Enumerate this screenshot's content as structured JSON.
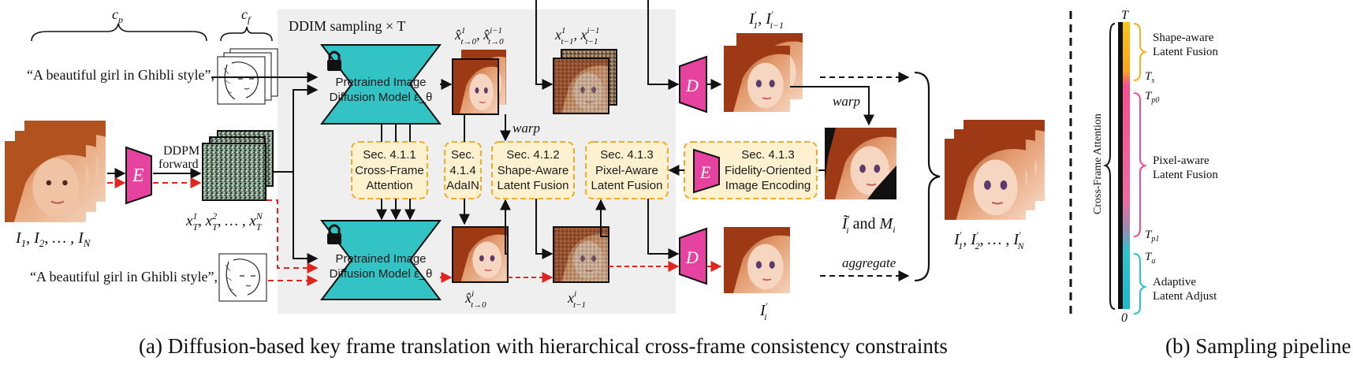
{
  "colors": {
    "teal": "#33c3c4",
    "pink": "#e6429f",
    "yellow_box": "#fdf1cf",
    "yellow_border": "#f0ad2b",
    "panel_bg": "#efefef",
    "red_dash": "#e0241f",
    "bar_yellow": "#f7b21b",
    "bar_pink": "#f24e8f",
    "bar_teal": "#2cc3cf"
  },
  "icons": [
    "lock-icon",
    "encoder-trapezoid",
    "decoder-trapezoid"
  ],
  "left": {
    "cp_label": "c",
    "cp_sub": "p",
    "cf_label": "c",
    "cf_sub": "f",
    "prompt_top": "“A beautiful girl in Ghibli style”,",
    "prompt_bottom": "“A beautiful girl in Ghibli style”,",
    "input_label": "I₁, I₂, … , I_N",
    "encoder": "E",
    "ddpm_line1": "DDPM",
    "ddpm_line2": "forward",
    "noise_label": "x¹_T, x²_T, … , xᴺ_T"
  },
  "panel": {
    "title": "DDIM sampling × T",
    "model_top_line1": "Pretrained Image",
    "model_top_line2": "Diffusion Model ε_θ",
    "model_bottom_line1": "Pretrained Image",
    "model_bottom_line2": "Diffusion Model ε_θ",
    "pred_top_label": "x̂¹_t→0 , x̂^{i−1}_t→0",
    "prev_top_label": "x¹_t−1 , x^{i−1}_t−1",
    "pred_bottom_label": "x̂^i_t→0",
    "prev_bottom_label": "x^i_t−1",
    "warp": "warp",
    "boxes": [
      {
        "line1": "Sec. 4.1.1",
        "line2": "Cross-Frame",
        "line3": "Attention"
      },
      {
        "line1": "Sec.",
        "line2": "4.1.4",
        "line3": "AdaIN"
      },
      {
        "line1": "Sec. 4.1.2",
        "line2": "Shape-Aware",
        "line3": "Latent Fusion"
      },
      {
        "line1": "Sec. 4.1.3",
        "line2": "Pixel-Aware",
        "line3": "Latent Fusion"
      },
      {
        "line1": "Sec. 4.1.3",
        "line2": "Fidelity-Oriented",
        "line3": "Image Encoding"
      }
    ]
  },
  "right": {
    "decoder": "D",
    "encoder": "E",
    "top_out_label": "I′₁, I′_{i−1}",
    "warp": "warp",
    "warped_label": "Ĩ′_i and M_i",
    "aggregate": "aggregate",
    "bottom_out_label": "I′_i",
    "final_label": "I′₁, I′₂, … , I′_N"
  },
  "caption_a": "(a) Diffusion-based key frame translation with hierarchical cross-frame consistency constraints",
  "caption_b": "(b) Sampling pipeline",
  "pipeline": {
    "axis_label": "Cross-Frame Attention",
    "t_top": "T",
    "t_zero": "0",
    "Ts": "T_s",
    "Tp0": "T_p0",
    "Tp1": "T_p1",
    "Ta": "T_a",
    "stage1_line1": "Shape-aware",
    "stage1_line2": "Latent Fusion",
    "stage2_line1": "Pixel-aware",
    "stage2_line2": "Latent Fusion",
    "stage3_line1": "Adaptive",
    "stage3_line2": "Latent Adjust"
  }
}
